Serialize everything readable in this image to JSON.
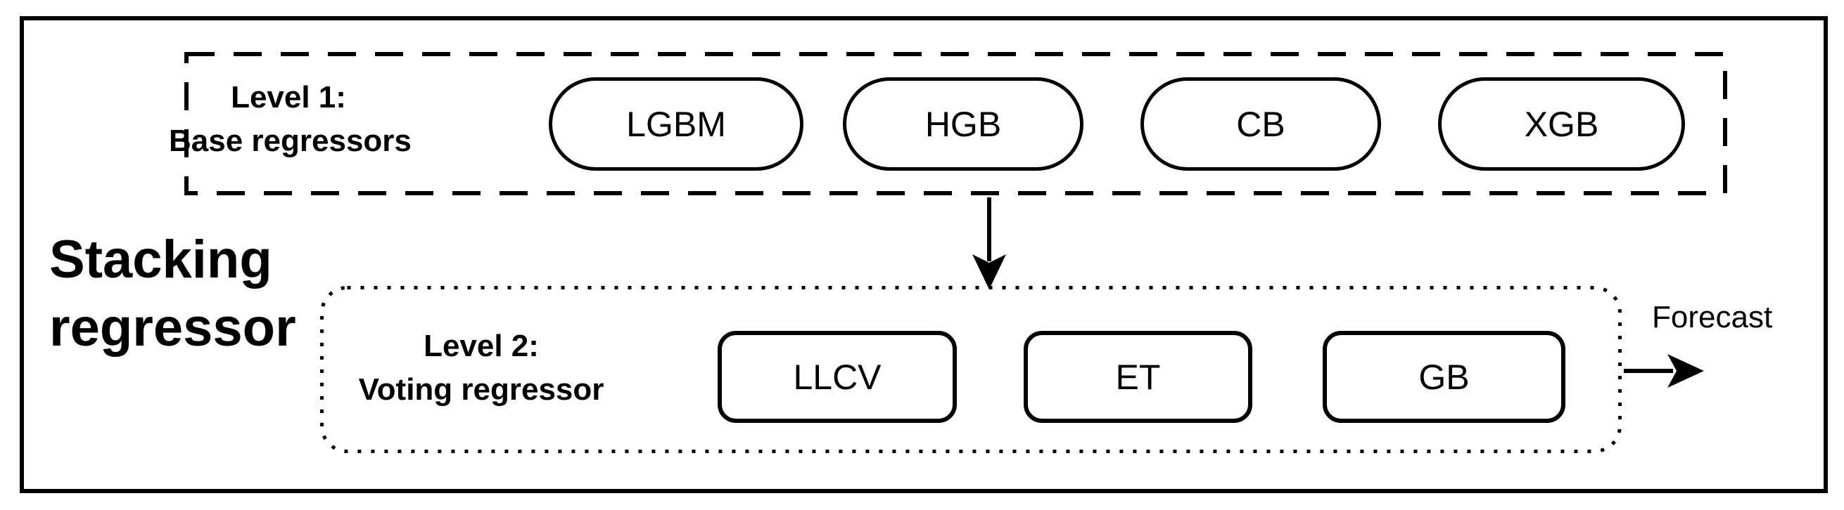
{
  "diagram": {
    "title_line1": "Stacking",
    "title_line2": "regressor",
    "forecast_label": "Forecast",
    "level1": {
      "label_line1": "Level 1:",
      "label_line2": "Base regressors",
      "nodes": [
        {
          "label": "LGBM"
        },
        {
          "label": "HGB"
        },
        {
          "label": "CB"
        },
        {
          "label": "XGB"
        }
      ]
    },
    "level2": {
      "label_line1": "Level 2:",
      "label_line2": "Voting regressor",
      "nodes": [
        {
          "label": "LLCV"
        },
        {
          "label": "ET"
        },
        {
          "label": "GB"
        }
      ]
    },
    "icons": {
      "down_arrow": "arrow-down-icon",
      "right_arrow": "arrow-right-icon"
    },
    "colors": {
      "stroke": "#000000",
      "background": "#ffffff"
    }
  }
}
